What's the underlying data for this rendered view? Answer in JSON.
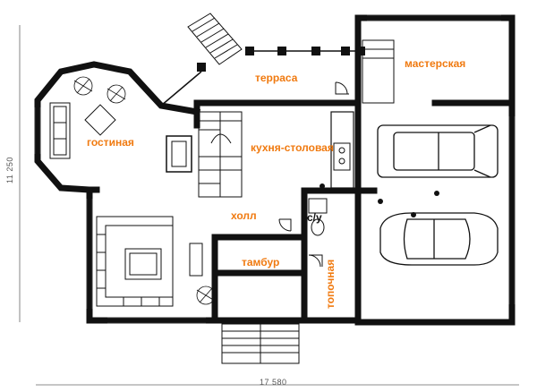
{
  "rooms": {
    "terrace": "терраса",
    "workshop": "мастерская",
    "living": "гостиная",
    "kitchen": "кухня-столовая",
    "hall": "холл",
    "wc": "с/у",
    "vestibule": "тамбур",
    "boiler": "топочная"
  },
  "dimensions": {
    "height": "11 250",
    "width": "17 580"
  },
  "colors": {
    "label": "#f07a10",
    "wall": "#111111",
    "line": "#333333"
  }
}
